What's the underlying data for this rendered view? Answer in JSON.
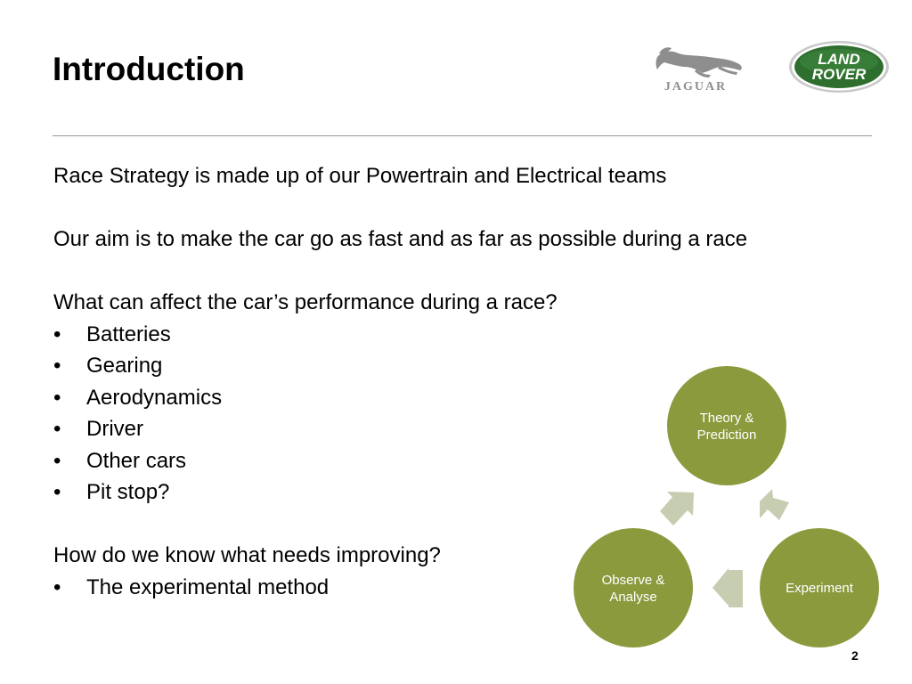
{
  "slide": {
    "title": "Introduction",
    "page_number": "2"
  },
  "logos": {
    "jaguar": "JAGUAR",
    "landrover_line1": "LAND",
    "landrover_line2": "ROVER"
  },
  "content": {
    "para1": "Race Strategy is made up of our Powertrain and Electrical teams",
    "para2": "Our aim is to make the car go as fast and as far as possible during a race",
    "question1": "What can affect the car’s performance during a race?",
    "bullet_char": "•",
    "factors": [
      "Batteries",
      "Gearing",
      "Aerodynamics",
      "Driver",
      "Other cars",
      "Pit stop?"
    ],
    "question2": "How do we know what needs improving?",
    "methods": [
      "The experimental method"
    ]
  },
  "cycle": {
    "node_color": "#8c9a3e",
    "arrow_color": "#c6cdb0",
    "theory_line1": "Theory &",
    "theory_line2": "Prediction",
    "experiment": "Experiment",
    "observe_line1": "Observe &",
    "observe_line2": "Analyse"
  }
}
